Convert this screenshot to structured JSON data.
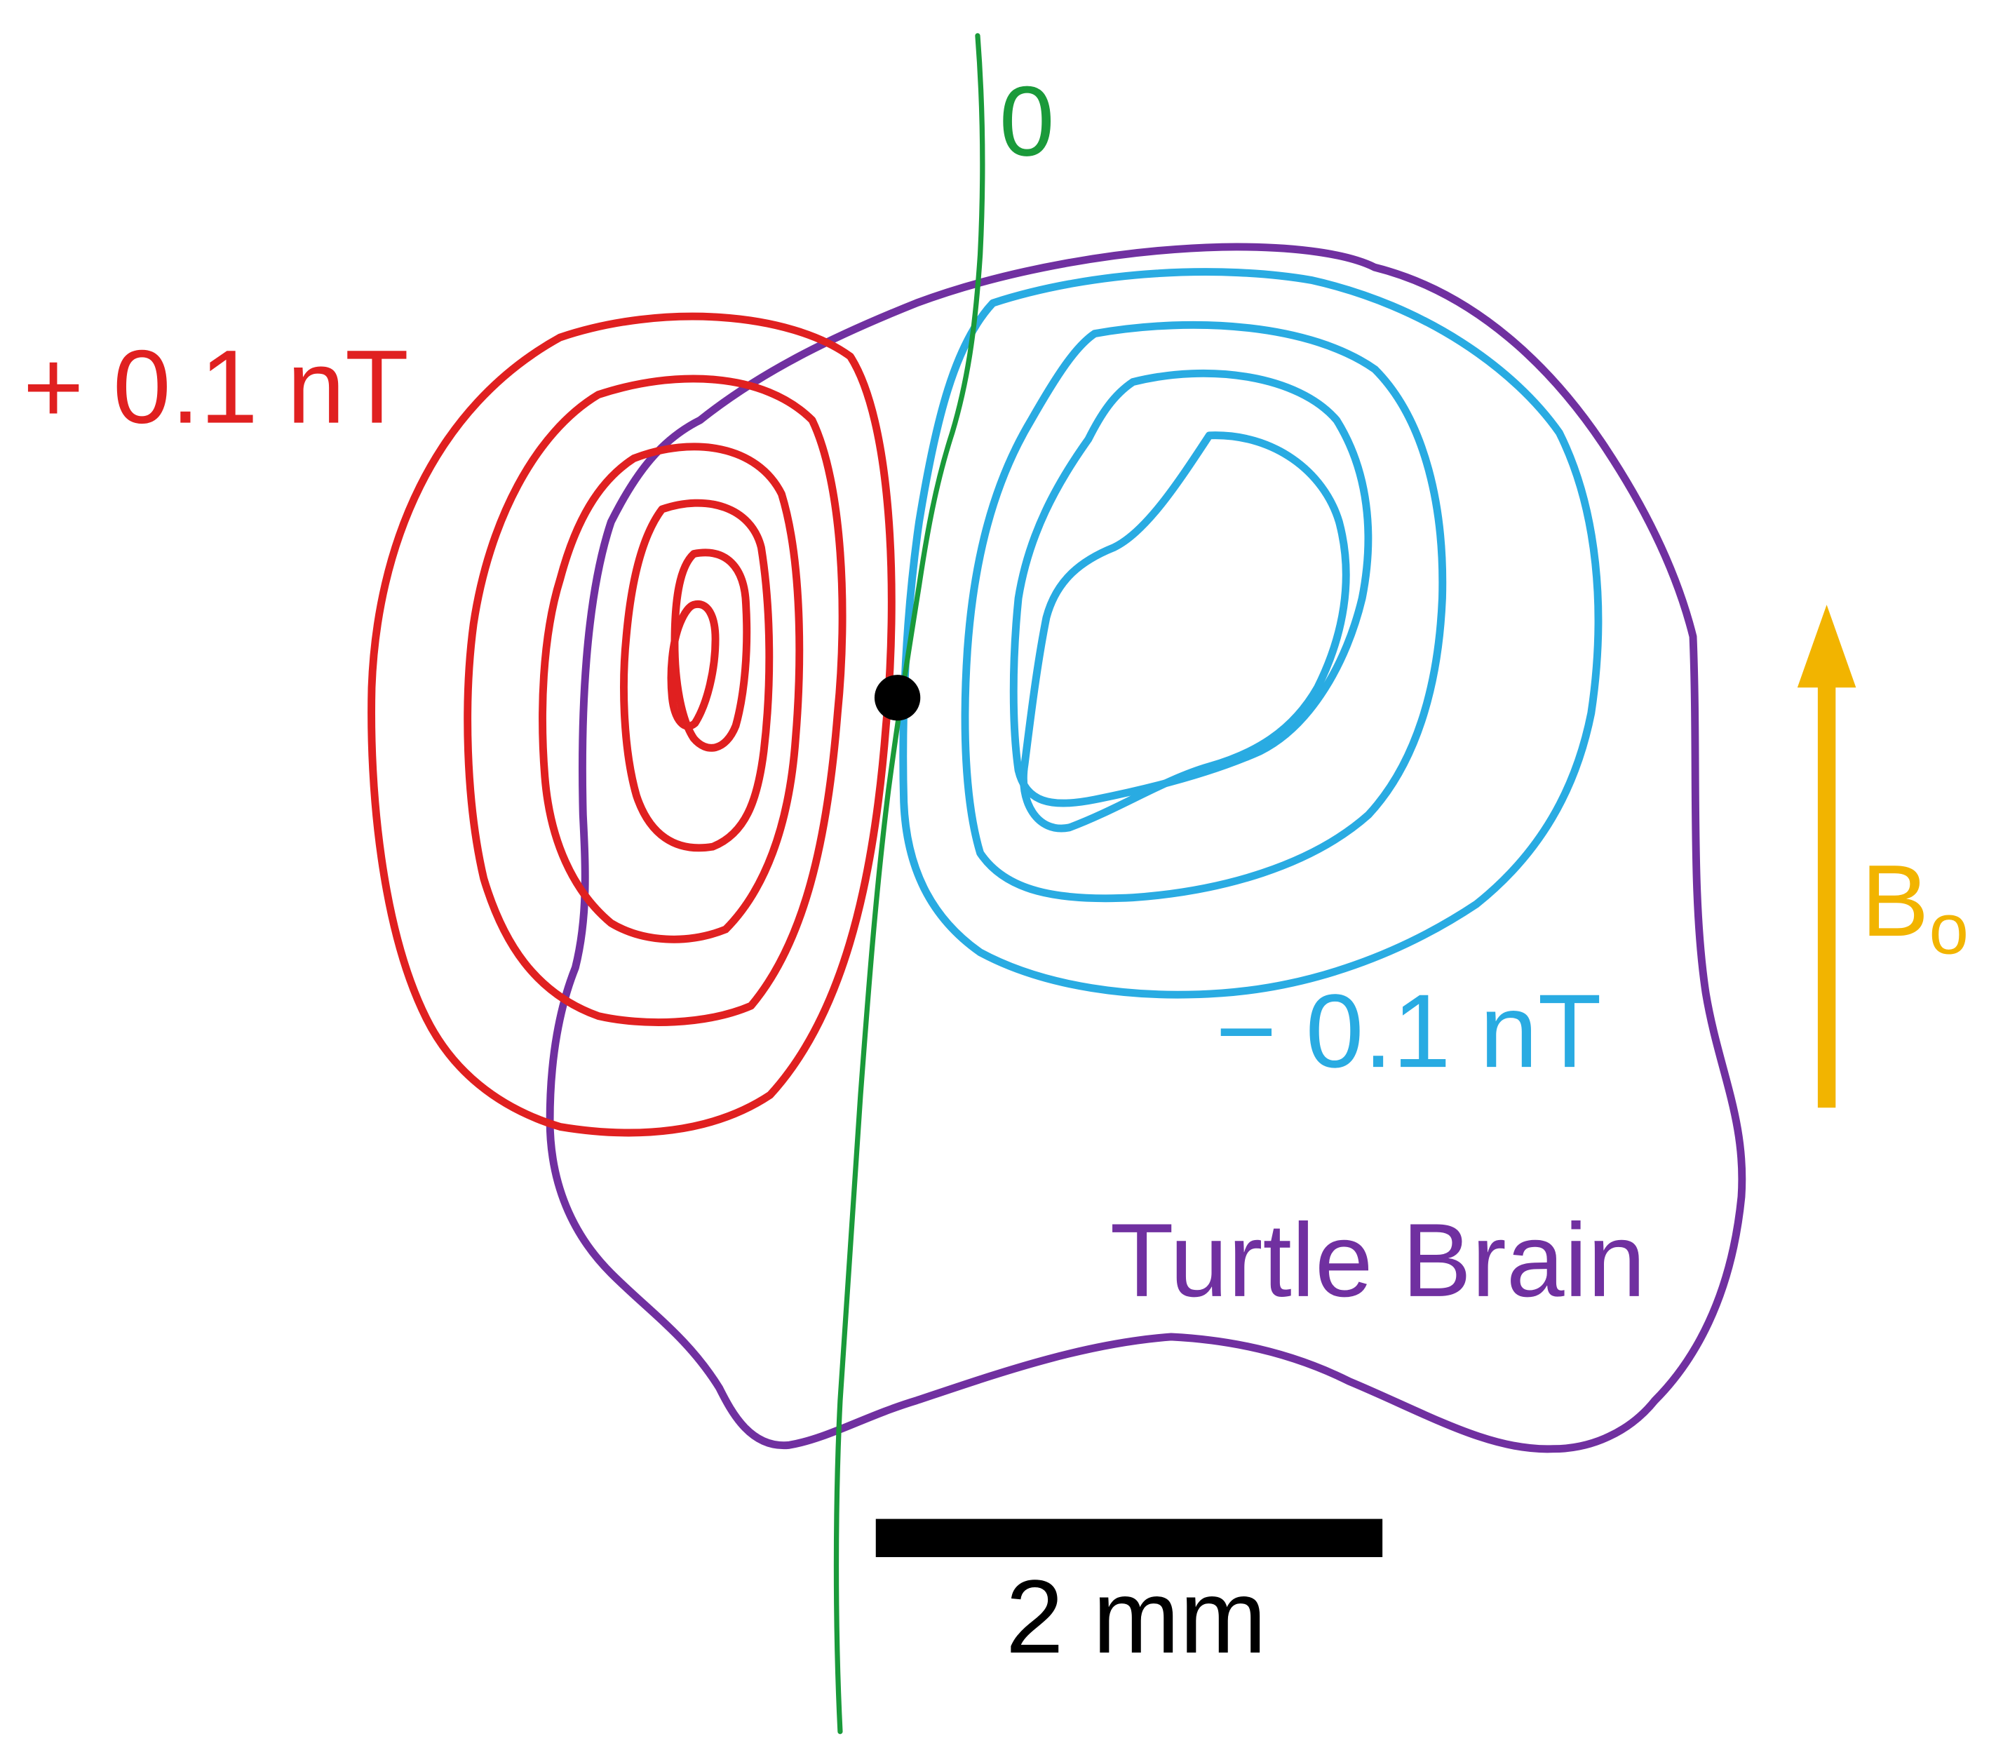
{
  "labels": {
    "positive_contour": "+ 0.1 nT",
    "negative_contour": "− 0.1 nT",
    "zero_line": "0",
    "field": "B",
    "field_subscript": "o",
    "brain": "Turtle Brain",
    "scale_bar": "2 mm"
  },
  "colors": {
    "positive": "#e02020",
    "negative": "#29abe2",
    "zero": "#1a9a3a",
    "brain": "#7030a0",
    "field_arrow": "#f2b400",
    "scale": "#000000"
  },
  "icons": {
    "field_arrow": "up-arrow-icon",
    "dipole_source": "black-dot-icon"
  }
}
